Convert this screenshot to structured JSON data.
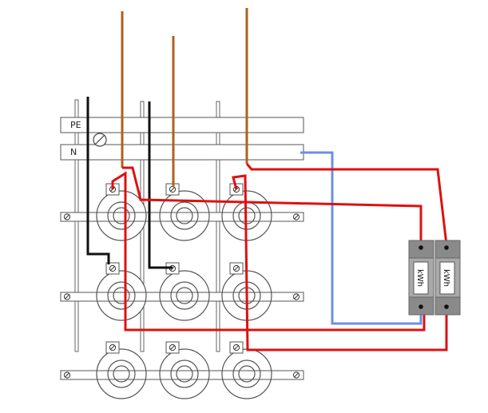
{
  "busbars": {
    "pe_label": "PE",
    "n_label": "N"
  },
  "meters": [
    {
      "label": "kWh"
    },
    {
      "label": "kWh"
    }
  ],
  "colors": {
    "phase_brown": "#b0611c",
    "line_black": "#111111",
    "red_wire": "#dd1111",
    "blue_neutral": "#6b8fe8",
    "meter_body": "#a9a9a9",
    "meter_dark": "#6f6f6f",
    "busbar_fill": "#ffffff",
    "outline": "#555555"
  },
  "icons": {
    "terminal": "screw-terminal-icon",
    "fuse_base": "fuse-holder-icon"
  }
}
